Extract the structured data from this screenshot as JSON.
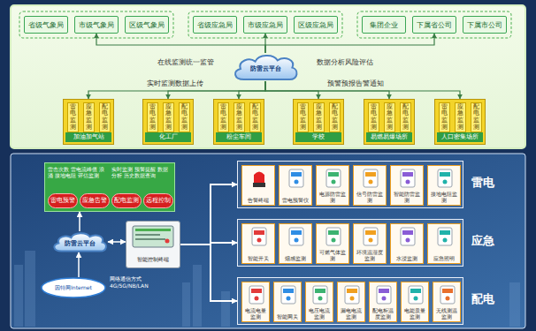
{
  "diagram": {
    "nodes": [
      {
        "text": [
          "省级气象局"
        ]
      },
      {
        "text": [
          "市级气象局"
        ]
      },
      {
        "text": [
          "区级气象局"
        ]
      },
      {
        "text": [
          "省级应急局"
        ]
      },
      {
        "text": [
          "市级应急局"
        ]
      },
      {
        "text": [
          "区级应急局"
        ]
      },
      {
        "text": [
          "集团企业"
        ]
      },
      {
        "text": [
          "下属省公司"
        ]
      },
      {
        "text": [
          "下属市公司"
        ]
      },
      {
        "text": [
          "防雷云平台"
        ]
      },
      {
        "text": [
          "加油加气站"
        ]
      },
      {
        "text": [
          "雷电监测"
        ],
        "in": 10
      },
      {
        "text": [
          "应急监测"
        ],
        "in": 10
      },
      {
        "text": [
          "配电监测"
        ],
        "in": 10
      },
      {
        "text": [
          "化工厂"
        ]
      },
      {
        "text": [
          "雷电监测"
        ],
        "in": 14
      },
      {
        "text": [
          "应急监测"
        ],
        "in": 14
      },
      {
        "text": [
          "配电监测"
        ],
        "in": 14
      },
      {
        "text": [
          "粉尘车间"
        ]
      },
      {
        "text": [
          "雷电监测"
        ],
        "in": 18
      },
      {
        "text": [
          "应急监测"
        ],
        "in": 18
      },
      {
        "text": [
          "配电监测"
        ],
        "in": 18
      },
      {
        "text": [
          "学校"
        ]
      },
      {
        "text": [
          "雷电监测"
        ],
        "in": 22
      },
      {
        "text": [
          "应急监测"
        ],
        "in": 22
      },
      {
        "text": [
          "配电监测"
        ],
        "in": 22
      },
      {
        "text": [
          "易燃易爆场所"
        ]
      },
      {
        "text": [
          "雷电监测"
        ],
        "in": 26
      },
      {
        "text": [
          "应急监测"
        ],
        "in": 26
      },
      {
        "text": [
          "配电监测"
        ],
        "in": 26
      },
      {
        "text": [
          "人口密集场所"
        ]
      },
      {
        "text": [
          "雷电监测"
        ],
        "in": 30
      },
      {
        "text": [
          "应急监测"
        ],
        "in": 30
      },
      {
        "text": [
          "配电监测"
        ],
        "in": 30
      },
      {
        "text": [
          "雷击次数 雷电流峰值 浪涌 接地电阻 评估监测",
          "实时监测 预警提醒 数据分析 历史数据查询"
        ]
      },
      {
        "text": [
          "雷电预警"
        ],
        "in": 34
      },
      {
        "text": [
          "应急告警"
        ],
        "in": 34
      },
      {
        "text": [
          "配电监测"
        ],
        "in": 34
      },
      {
        "text": [
          "远程控制"
        ],
        "in": 34
      },
      {
        "text": [
          "防雷云平台"
        ]
      },
      {
        "text": [
          "智能控制终端"
        ]
      },
      {
        "text": [
          "因特网Internet"
        ]
      },
      {
        "text": [
          "雷电"
        ]
      },
      {
        "text": [
          "告警终端"
        ],
        "in": 42
      },
      {
        "text": [
          "雷电预警仪"
        ],
        "in": 42
      },
      {
        "text": [
          "电源防雷监测"
        ],
        "in": 42
      },
      {
        "text": [
          "信号防雷监测"
        ],
        "in": 42
      },
      {
        "text": [
          "智能防雷监测"
        ],
        "in": 42
      },
      {
        "text": [
          "接地电阻监测"
        ],
        "in": 42
      },
      {
        "text": [
          "应急"
        ]
      },
      {
        "text": [
          "智能开关"
        ],
        "in": 49
      },
      {
        "text": [
          "烟感监测"
        ],
        "in": 49
      },
      {
        "text": [
          "可燃气体监测"
        ],
        "in": 49
      },
      {
        "text": [
          "环境温湿度监测"
        ],
        "in": 49
      },
      {
        "text": [
          "水浸监测"
        ],
        "in": 49
      },
      {
        "text": [
          "应急照明"
        ],
        "in": 49
      },
      {
        "text": [
          "配电"
        ]
      },
      {
        "text": [
          "电流电量监测"
        ],
        "in": 56
      },
      {
        "text": [
          "智能网关"
        ],
        "in": 56
      },
      {
        "text": [
          "电压电流监测"
        ],
        "in": 56
      },
      {
        "text": [
          "漏电电流监测"
        ],
        "in": 56
      },
      {
        "text": [
          "配电柜温度监测"
        ],
        "in": 56
      },
      {
        "text": [
          "电能质量监测"
        ],
        "in": 56
      },
      {
        "text": [
          "无线测温监测"
        ],
        "in": 56
      }
    ],
    "edges": [
      {
        "from": 9,
        "to": 1,
        "arrow": "to"
      },
      {
        "from": 9,
        "to": 4,
        "arrow": "to"
      },
      {
        "from": 9,
        "to": 7,
        "arrow": "to"
      },
      {
        "from": 9,
        "to": 10,
        "arrow": "to"
      },
      {
        "from": 9,
        "to": 14,
        "arrow": "to"
      },
      {
        "from": 9,
        "to": 18,
        "arrow": "to"
      },
      {
        "from": 9,
        "to": 22,
        "arrow": "to"
      },
      {
        "from": 9,
        "to": 26,
        "arrow": "to"
      },
      {
        "from": 9,
        "to": 30,
        "arrow": "to"
      },
      {
        "from": 39,
        "to": 34,
        "arrow": "to"
      },
      {
        "from": 39,
        "to": 40,
        "arrow": "both"
      },
      {
        "from": 41,
        "to": 39,
        "arrow": "to"
      },
      {
        "from": 40,
        "to": 42,
        "arrow": "to"
      },
      {
        "from": 40,
        "to": 49,
        "arrow": "to"
      },
      {
        "from": 40,
        "to": 56,
        "arrow": "to"
      }
    ],
    "labels": [
      "在线监测统一监管",
      "数据分析风险评估",
      "实时监测数据上传",
      "预警预报告警通知",
      "网络通信方式 4G/5G/NB/LAN"
    ]
  }
}
